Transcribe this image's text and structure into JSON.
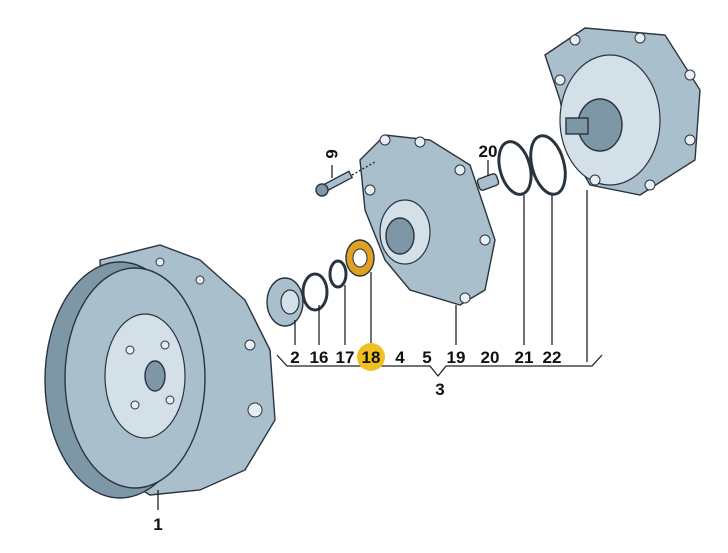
{
  "labels": {
    "flywheel": "1",
    "screw": "6",
    "pin_top": "20",
    "group": "3",
    "row": [
      "2",
      "16",
      "17",
      "18",
      "4",
      "5",
      "19",
      "20",
      "21",
      "22"
    ]
  },
  "highlight": {
    "label": "18",
    "color": "#f0c020"
  },
  "colors": {
    "part": "#a9bfcc",
    "outline": "#2a3440",
    "seal": "#e0a020"
  }
}
